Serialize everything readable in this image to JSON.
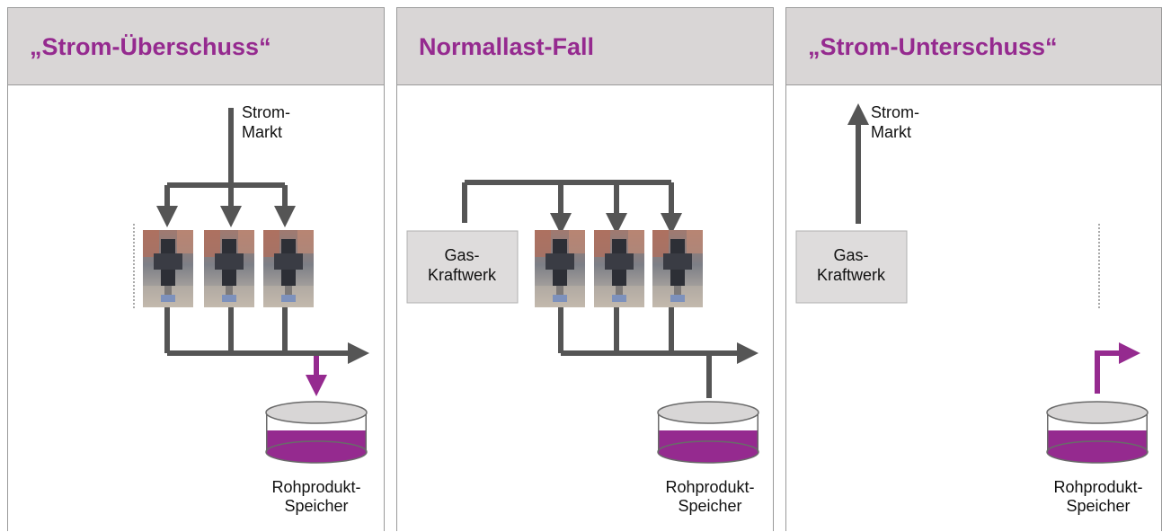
{
  "panels": [
    {
      "title": "„Strom-Überschuss“",
      "market_label": [
        "Strom-",
        "Markt"
      ],
      "storage_label": [
        "Rohprodukt-",
        "Speicher"
      ]
    },
    {
      "title": "Normallast-Fall",
      "plant_label": [
        "Gas-",
        "Kraftwerk"
      ],
      "storage_label": [
        "Rohprodukt-",
        "Speicher"
      ]
    },
    {
      "title": "„Strom-Unterschuss“",
      "market_label": [
        "Strom-",
        "Markt"
      ],
      "plant_label": [
        "Gas-",
        "Kraftwerk"
      ],
      "storage_label": [
        "Rohprodukt-",
        "Speicher"
      ]
    }
  ],
  "colors": {
    "accent": "#952a8f",
    "header_bg": "#d9d6d6",
    "line": "#555555",
    "plant_box": "#dedcdc",
    "tank_top": "#d8d6d6"
  },
  "icons": [
    "electrolyzer-photo-icon",
    "storage-tank-icon",
    "arrow-icon"
  ]
}
